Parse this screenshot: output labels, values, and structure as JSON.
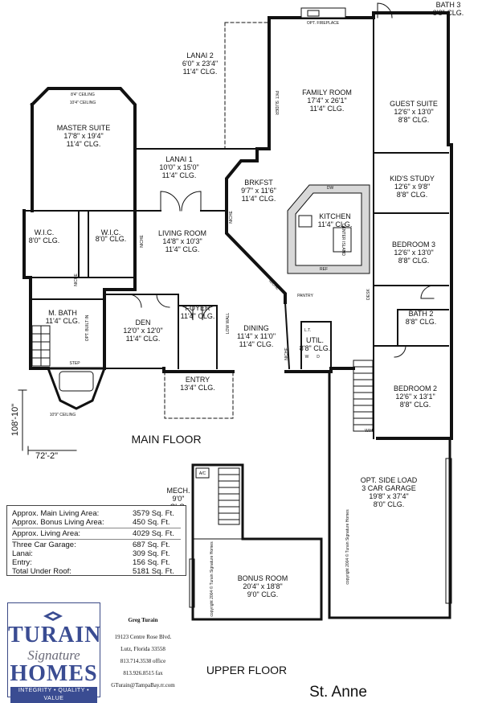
{
  "plan_name": "St. Anne",
  "main_floor_label": "MAIN FLOOR",
  "upper_floor_label": "UPPER FLOOR",
  "dim_depth": "108'-10\"",
  "dim_width": "72'-2\"",
  "rooms": {
    "lanai2": {
      "name": "LANAI 2",
      "size": "6'0\" x 23'4\"",
      "clg": "11'4\" CLG."
    },
    "family": {
      "name": "FAMILY ROOM",
      "size": "17'4\" x 26'1\"",
      "clg": "11'4\" CLG."
    },
    "bath3": {
      "name": "BATH 3",
      "clg": "8'8\" CLG."
    },
    "guest": {
      "name": "GUEST SUITE",
      "size": "12'6\" x 13'0\"",
      "clg": "8'8\" CLG."
    },
    "master": {
      "name": "MASTER SUITE",
      "size": "17'8\" x 19'4\"",
      "clg": "11'4\" CLG."
    },
    "lanai1": {
      "name": "LANAI 1",
      "size": "10'0\" x 15'0\"",
      "clg": "11'4\" CLG."
    },
    "brkfst": {
      "name": "BRKFST",
      "size": "9'7\" x 11'6\"",
      "clg": "11'4\" CLG."
    },
    "study": {
      "name": "KID'S STUDY",
      "size": "12'6\" x 9'8\"",
      "clg": "8'8\" CLG."
    },
    "kitchen": {
      "name": "KITCHEN",
      "clg": "11'4\" CLG."
    },
    "wic1": {
      "name": "W.I.C.",
      "clg": "8'0\" CLG."
    },
    "wic2": {
      "name": "W.I.C.",
      "clg": "8'0\" CLG."
    },
    "living": {
      "name": "LIVING ROOM",
      "size": "14'8\" x 10'3\"",
      "clg": "11'4\" CLG."
    },
    "bed3": {
      "name": "BEDROOM 3",
      "size": "12'6\" x 13'0\"",
      "clg": "8'8\" CLG."
    },
    "mbath": {
      "name": "M. BATH",
      "clg": "11'4\" CLG."
    },
    "den": {
      "name": "DEN",
      "size": "12'0\" x 12'0\"",
      "clg": "11'4\" CLG."
    },
    "foyer": {
      "name": "FOYER",
      "clg": "11'4\" CLG."
    },
    "bath2": {
      "name": "BATH 2",
      "clg": "8'8\" CLG."
    },
    "dining": {
      "name": "DINING",
      "size": "11'4\" x 11'0\"",
      "clg": "11'4\" CLG."
    },
    "util": {
      "name": "UTIL.",
      "clg": "8'8\" CLG."
    },
    "entry": {
      "name": "ENTRY",
      "clg": "13'4\" CLG."
    },
    "bed2": {
      "name": "BEDROOM 2",
      "size": "12'6\" x 13'1\"",
      "clg": "8'8\" CLG."
    },
    "garage": {
      "name": "OPT. SIDE LOAD",
      "sub": "3 CAR GARAGE",
      "size": "19'8\" x 37'4\"",
      "clg": "8'0\" CLG."
    },
    "mech": {
      "name": "MECH.",
      "size": "9'0\"",
      "clg": "CLG."
    },
    "bonus": {
      "name": "BONUS ROOM",
      "size": "20'4\" x 18'8\"",
      "clg": "9'0\" CLG."
    }
  },
  "small_labels": {
    "opt_fireplace": "OPT. FIREPLACE",
    "ceil_84": "8'4\" CEILING",
    "ceil_104": "10'4\" CEILING",
    "ceil_109": "10'9\" CEILING",
    "pkt_slider": "PKT. SLIDER",
    "niche": "NICHE",
    "pantry": "PANTRY",
    "ref": "REF",
    "dw": "DW",
    "center_island": "CENTER ISLAND",
    "desk": "DESK",
    "low_wall": "LOW WALL",
    "opt_built_in": "OPT. BUILT IN",
    "step": "STEP",
    "lt": "L.T.",
    "w": "W",
    "d": "D",
    "wh": "W/H",
    "ac": "A/C",
    "copyright": "copyright 2004 © Turain Signature Homes"
  },
  "areas": [
    {
      "label": "Approx. Main Living Area:",
      "value": "3579 Sq. Ft."
    },
    {
      "label": "Approx. Bonus Living Area:",
      "value": "450 Sq. Ft."
    },
    {
      "label": "Approx. Living Area:",
      "value": "4029 Sq. Ft."
    },
    {
      "label": "Three Car Garage:",
      "value": "687 Sq. Ft."
    },
    {
      "label": "Lanai:",
      "value": "309 Sq. Ft."
    },
    {
      "label": "Entry:",
      "value": "156 Sq. Ft."
    },
    {
      "label": "Total Under Roof:",
      "value": "5181 Sq. Ft."
    }
  ],
  "logo": {
    "line1": "TURAIN",
    "line2": "Signature",
    "line3": "HOMES",
    "tagline": "INTEGRITY • QUALITY • VALUE",
    "brand_color": "#3a4c92"
  },
  "contact": {
    "name": "Greg Turain",
    "address1": "19123 Centre Rose Blvd.",
    "address2": "Lutz, Florida 33558",
    "office": "813.714.3538  office",
    "fax": "813.926.8515  fax",
    "email": "GTurain@TampaBay.rr.com"
  }
}
